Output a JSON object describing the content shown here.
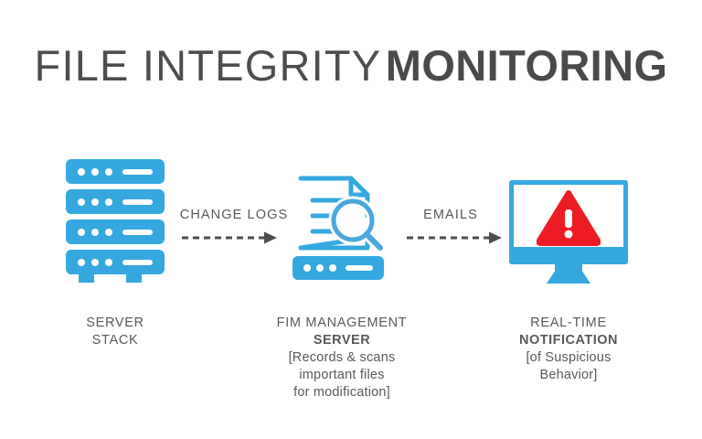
{
  "title": {
    "light": "FILE INTEGRITY",
    "bold": "MONITORING"
  },
  "colors": {
    "blue": "#35a8e0",
    "red": "#ed1c24",
    "text_gray": "#58595b",
    "title_gray": "#4d4d4d",
    "background": "#ffffff"
  },
  "flow": {
    "arrows": [
      {
        "label": "CHANGE LOGS",
        "direction": "right",
        "style": "dashed"
      },
      {
        "label": "EMAILS",
        "direction": "right",
        "style": "dashed"
      }
    ]
  },
  "nodes": [
    {
      "icon": "server-stack-icon",
      "caption": {
        "line1": "SERVER",
        "line2": "STACK",
        "notes": []
      }
    },
    {
      "icon": "document-magnifier-icon",
      "caption": {
        "line1": "FIM MANAGEMENT",
        "line2": "SERVER",
        "notes": [
          "[Records & scans",
          "important files",
          "for modification]"
        ]
      }
    },
    {
      "icon": "monitor-alert-icon",
      "caption": {
        "line1": "REAL-TIME",
        "line2": "NOTIFICATION",
        "notes": [
          "[of Suspicious",
          "Behavior]"
        ]
      }
    }
  ]
}
